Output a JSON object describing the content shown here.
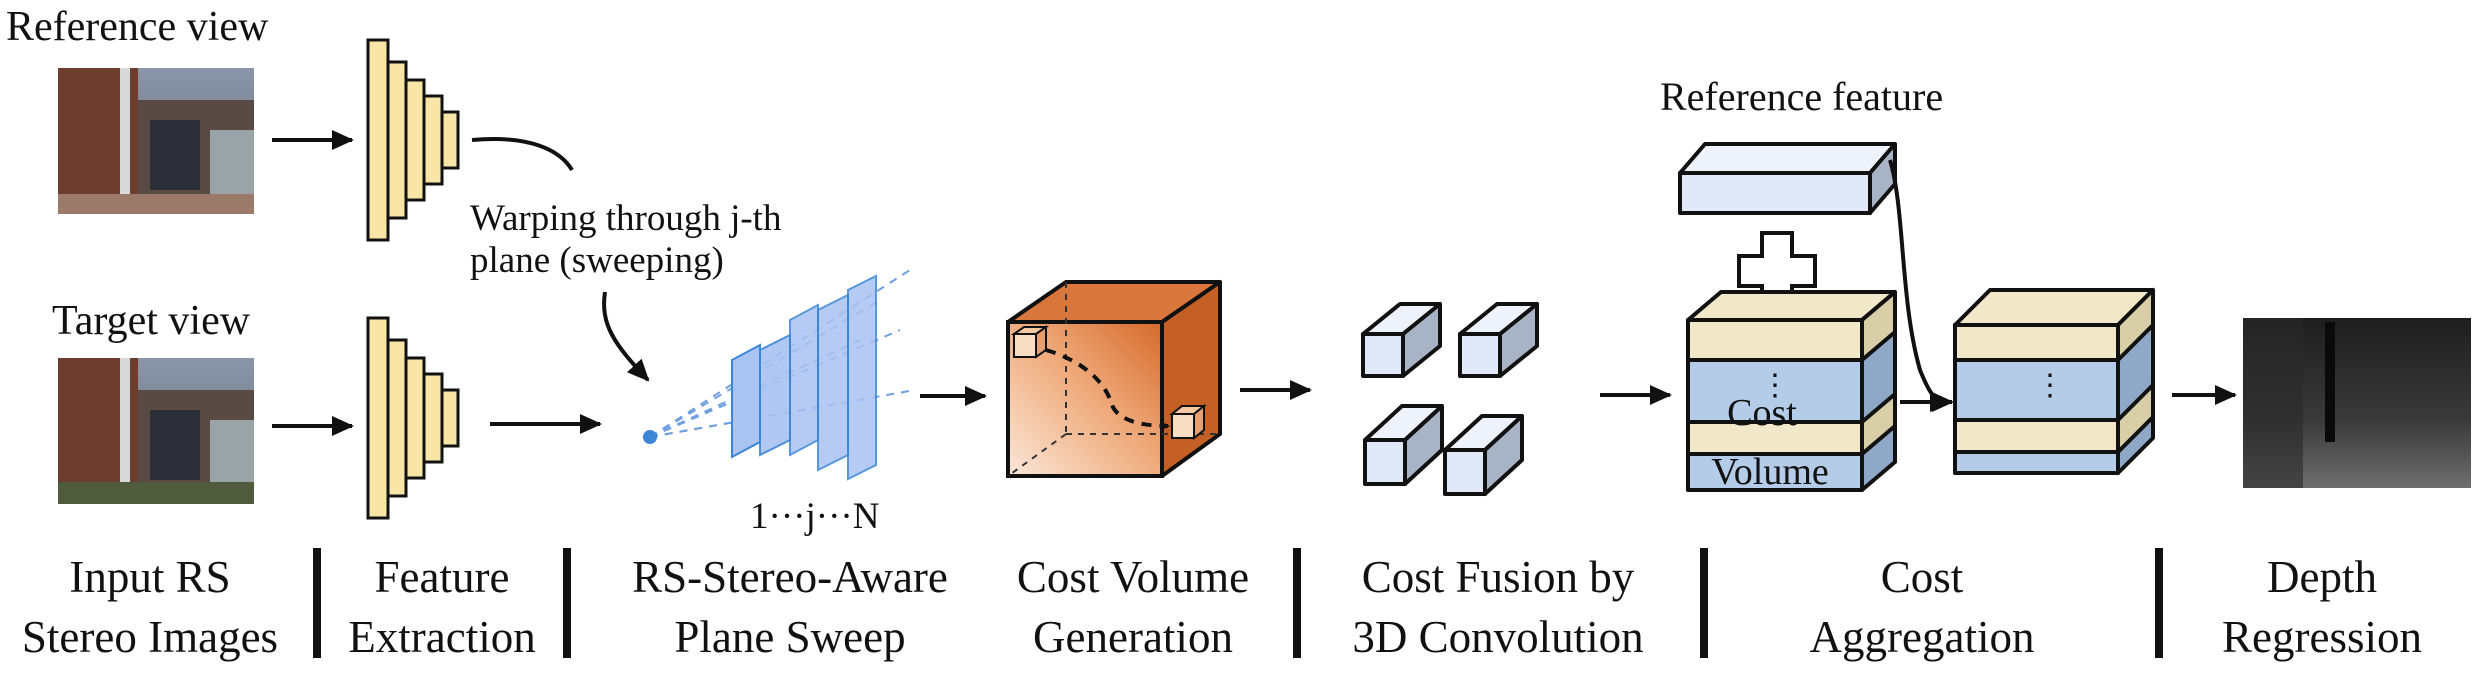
{
  "inputs": {
    "reference_label": "Reference view",
    "target_label": "Target view"
  },
  "annotations": {
    "warping_line1": "Warping through j-th",
    "warping_line2": "plane (sweeping)",
    "plane_index": "1···j···N",
    "reference_feature": "Reference feature",
    "cost_volume_line1": "Cost",
    "cost_volume_line2": "Volume"
  },
  "stages": [
    {
      "line1": "Input RS",
      "line2": "Stereo Images"
    },
    {
      "line1": "Feature",
      "line2": "Extraction"
    },
    {
      "line1": "RS-Stereo-Aware",
      "line2": "Plane Sweep"
    },
    {
      "line1": "Cost Volume",
      "line2": "Generation"
    },
    {
      "line1": "Cost Fusion by",
      "line2": "3D Convolution"
    },
    {
      "line1": "Cost",
      "line2": "Aggregation"
    },
    {
      "line1": "Depth",
      "line2": "Regression"
    }
  ],
  "colors": {
    "feature_yellow": "#f9e6a6",
    "plane_blue": "#a9c3f2",
    "cost_orange": "#d9763c",
    "block_blue": "#dfe9f7",
    "agg_beige": "#f0e8c8",
    "agg_blue": "#b4cce8",
    "sweep_blue": "#3b86d6"
  }
}
